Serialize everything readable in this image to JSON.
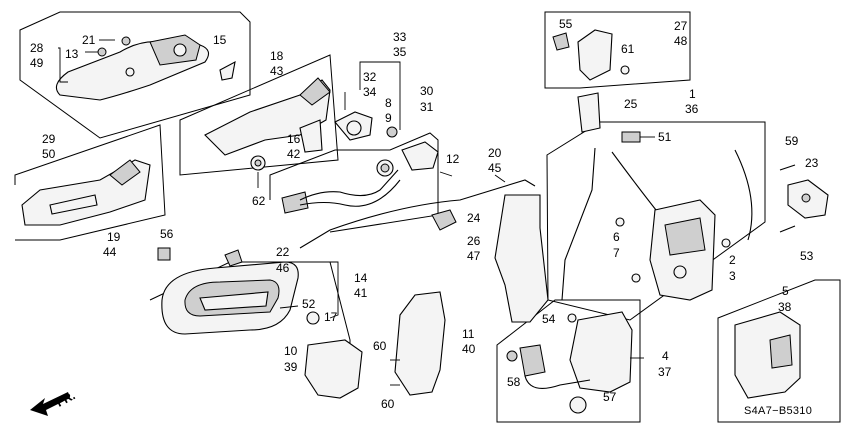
{
  "diagram_code": "S4A7−B5310",
  "direction_label": "FR.",
  "callouts": {
    "c1": "1",
    "c36": "36",
    "c2": "2",
    "c3": "3",
    "c4": "4",
    "c37": "37",
    "c5": "5",
    "c38": "38",
    "c6": "6",
    "c7": "7",
    "c8": "8",
    "c9": "9",
    "c10": "10",
    "c39": "39",
    "c11": "11",
    "c40": "40",
    "c12": "12",
    "c13": "13",
    "c14": "14",
    "c41": "41",
    "c15": "15",
    "c16": "16",
    "c42": "42",
    "c17": "17",
    "c18": "18",
    "c43": "43",
    "c19": "19",
    "c44": "44",
    "c20": "20",
    "c45": "45",
    "c21": "21",
    "c22": "22",
    "c46": "46",
    "c23": "23",
    "c24": "24",
    "c25": "25",
    "c26": "26",
    "c47": "47",
    "c27": "27",
    "c48": "48",
    "c28": "28",
    "c49": "49",
    "c29": "29",
    "c50": "50",
    "c30": "30",
    "c31": "31",
    "c32": "32",
    "c34": "34",
    "c33": "33",
    "c35": "35",
    "c51": "51",
    "c52": "52",
    "c53": "53",
    "c54": "54",
    "c55": "55",
    "c56": "56",
    "c57": "57",
    "c58": "58",
    "c59": "59",
    "c60a": "60",
    "c60b": "60",
    "c61": "61",
    "c62": "62"
  }
}
